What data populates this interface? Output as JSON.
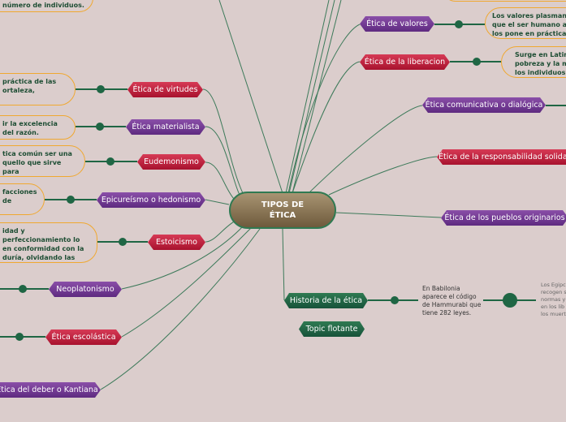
{
  "center": {
    "line1": "TIPOS DE",
    "line2": "ÉTICA"
  },
  "right": [
    "Ética de valores",
    "Ética de la liberacion",
    "Ética comunicativa o dialógica",
    "Ética de la responsabilidad solidaria",
    "Ética de los pueblos originarios"
  ],
  "left": [
    "Ética de virtudes",
    "Ética materialista",
    "Eudemonismo",
    "Epicureísmo o hedonismo",
    "Estoicismo",
    "Neoplatonismo",
    "Ética escolástica",
    "Ética del deber o Kantiana"
  ],
  "bottom": {
    "historia": "Historia de la ética",
    "floating": "Topic flotante",
    "babilonia": "En Babilonia aparece el código de Hammurabi que tiene 282 leyes.",
    "egipcios": [
      "Los Egipc",
      "recogen s",
      "normas y",
      "en los lib",
      "los muert"
    ]
  },
  "callouts": {
    "top": "número de individuos.",
    "virtudes": "práctica de las ortaleza,",
    "materialista": "ir la excelencia del razón.",
    "eudemonismo": "tica común ser una quello que sirve para",
    "epicureismo": "facciones de",
    "estoicismo": "idad y perfeccionamiento lo en conformidad con la duría, olvidando las imientos.",
    "valores": "Los valores plasman que el ser humano as los pone en práctica.",
    "liberacion": "Surge en Latino pobreza y la ma los individuos y"
  },
  "colors": {
    "purple": "#6f3a93",
    "red": "#c0203e",
    "green": "#1f6644",
    "callout_border": "#f0a830",
    "background": "#dbcdcc"
  }
}
